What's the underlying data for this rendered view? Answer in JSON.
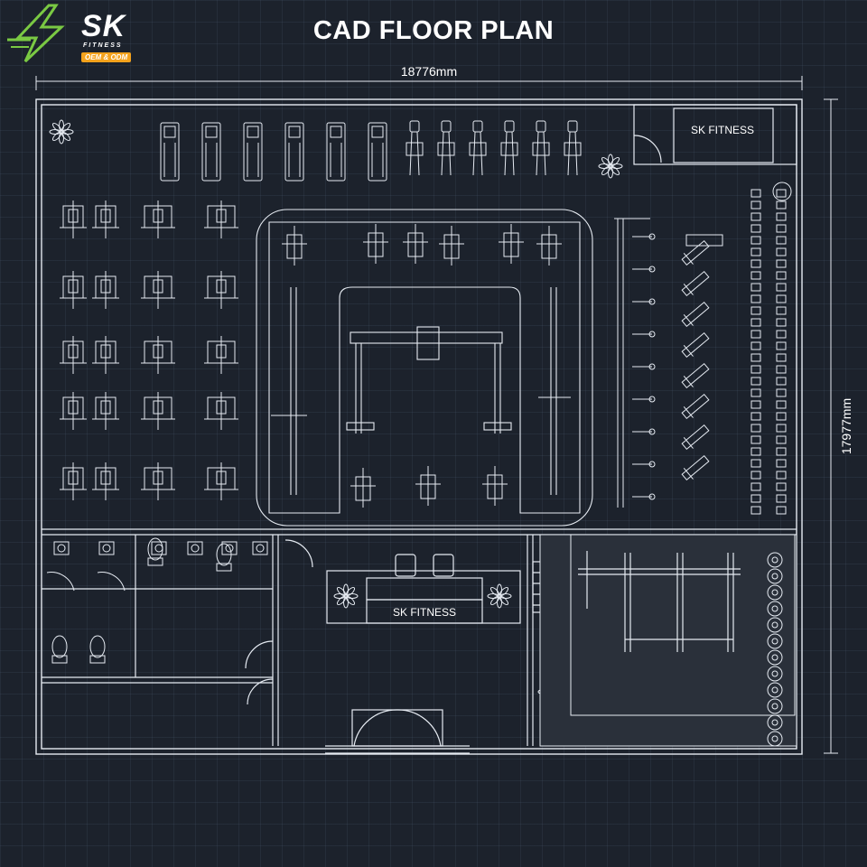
{
  "header": {
    "title": "CAD FLOOR PLAN"
  },
  "logo": {
    "brand": "SK",
    "subtitle": "FITNESS",
    "tag": "OEM & ODM",
    "accent_color": "#7ac943",
    "tag_color": "#f4a21c"
  },
  "dimensions": {
    "width_label": "18776mm",
    "height_label": "17977mm"
  },
  "labels": {
    "top_right_room": "SK FITNESS",
    "reception_desk": "SK FITNESS"
  },
  "colors": {
    "background": "#1c222c",
    "line": "#e6ebf2"
  },
  "equipment": {
    "treadmills": 6,
    "ellipticals": 6,
    "strength_rows": 5,
    "benches": 8,
    "dumbbell_rack_pairs": 28,
    "plates": 12
  }
}
